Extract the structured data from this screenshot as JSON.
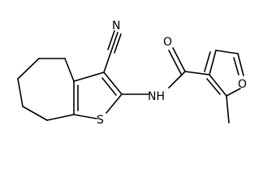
{
  "labels": {
    "nitrile_n": "N",
    "amide_o": "O",
    "amide_nh": "NH",
    "thiophene_s": "S",
    "furan_o": "O"
  },
  "colors": {
    "bond": "#000000",
    "label": "#000000",
    "background": "#ffffff"
  }
}
